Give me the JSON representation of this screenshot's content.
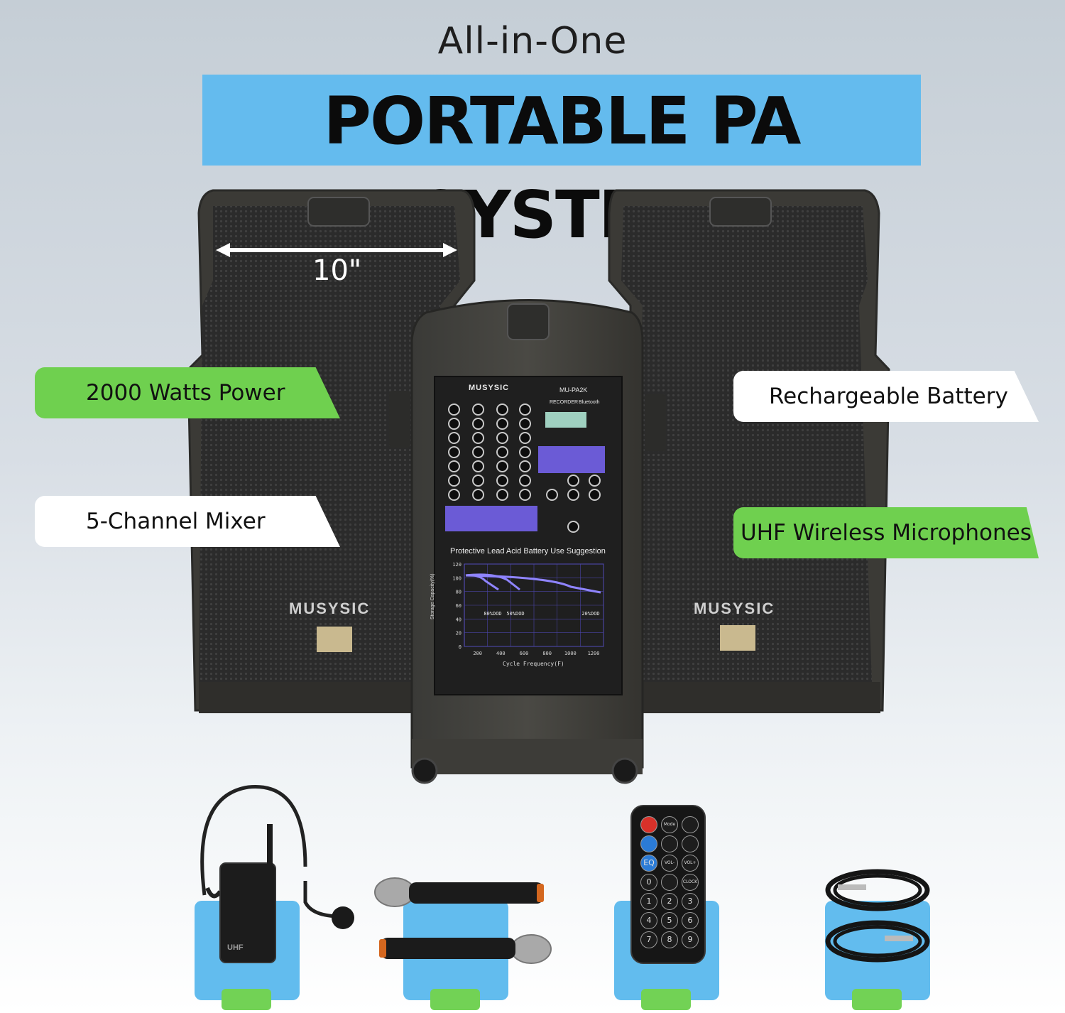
{
  "header": {
    "subtitle": "All-in-One",
    "title": "PORTABLE PA SYSTEM"
  },
  "speaker": {
    "size_label": "10\"",
    "brand": "MUSYSIC"
  },
  "mixer": {
    "brand": "MUSYSIC",
    "model": "MU-PA2K",
    "recorder_label": "RECORDER",
    "bluetooth_label": "Bluetooth"
  },
  "features": {
    "power": "2000 Watts Power",
    "mixer": "5-Channel Mixer",
    "battery": "Rechargeable Battery",
    "mics": "UHF Wireless Microphones"
  },
  "battery_chart": {
    "title": "Protective Lead Acid Battery Use Suggestion",
    "ylabel": "Storage Capacity(%)",
    "xlabel": "Cycle Frequency(F)",
    "y_ticks": [
      "120",
      "100",
      "80",
      "60",
      "40",
      "20",
      "0"
    ],
    "x_ticks": [
      "200",
      "400",
      "600",
      "800",
      "1000",
      "1200"
    ],
    "curve_labels": [
      "80%DOD",
      "50%DOD",
      "20%DOD"
    ]
  },
  "accessories": {
    "headset_label": "UHF",
    "remote_buttons": [
      "",
      "Mode",
      "",
      "",
      "",
      "",
      "EQ",
      "VOL-",
      "VOL+",
      "0",
      "",
      "CLOCK",
      "1",
      "2",
      "3",
      "4",
      "5",
      "6",
      "7",
      "8",
      "9"
    ]
  },
  "colors": {
    "title_band": "#64bbee",
    "green_badge": "#6fd04f",
    "tile_blue": "#62bcee",
    "tab_green": "#72d255"
  }
}
